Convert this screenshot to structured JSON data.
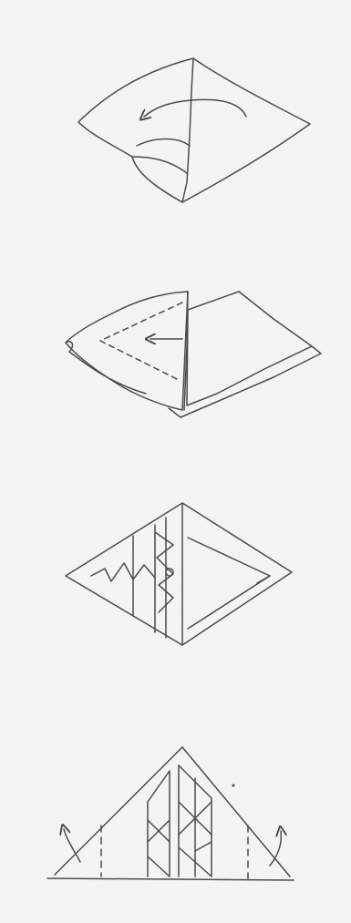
{
  "diagram": {
    "steps": [
      {
        "id": 1,
        "description": "fold-left-arrow"
      },
      {
        "id": 2,
        "description": "dashed-fold-left-arrow"
      },
      {
        "id": 3,
        "description": "zigzag-crimp-shape"
      },
      {
        "id": 4,
        "description": "triangle-with-corner-folds"
      }
    ]
  },
  "colors": {
    "paper": "#f6f6f4",
    "pencil": "#4b4b4b",
    "pencil_light": "#8a8a8a"
  }
}
